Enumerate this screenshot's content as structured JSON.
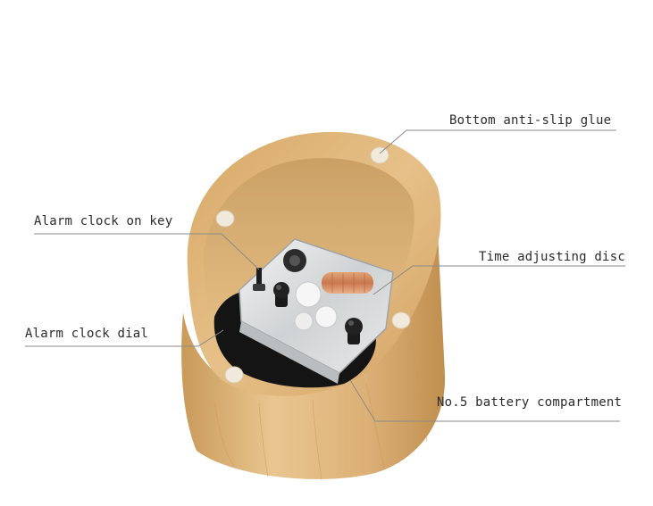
{
  "callouts": {
    "anti_slip": "Bottom anti-slip glue",
    "alarm_key": "Alarm clock on key",
    "time_disc": "Time adjusting disc",
    "alarm_dial": "Alarm clock dial",
    "battery": "No.5 battery compartment"
  },
  "colors": {
    "wood_light": "#e9c690",
    "wood_mid": "#d9ad6e",
    "wood_dark": "#b98847",
    "cavity_black": "#141414",
    "leader_line": "#8a8a8a",
    "anti_slip_pad": "#f1eadc"
  }
}
